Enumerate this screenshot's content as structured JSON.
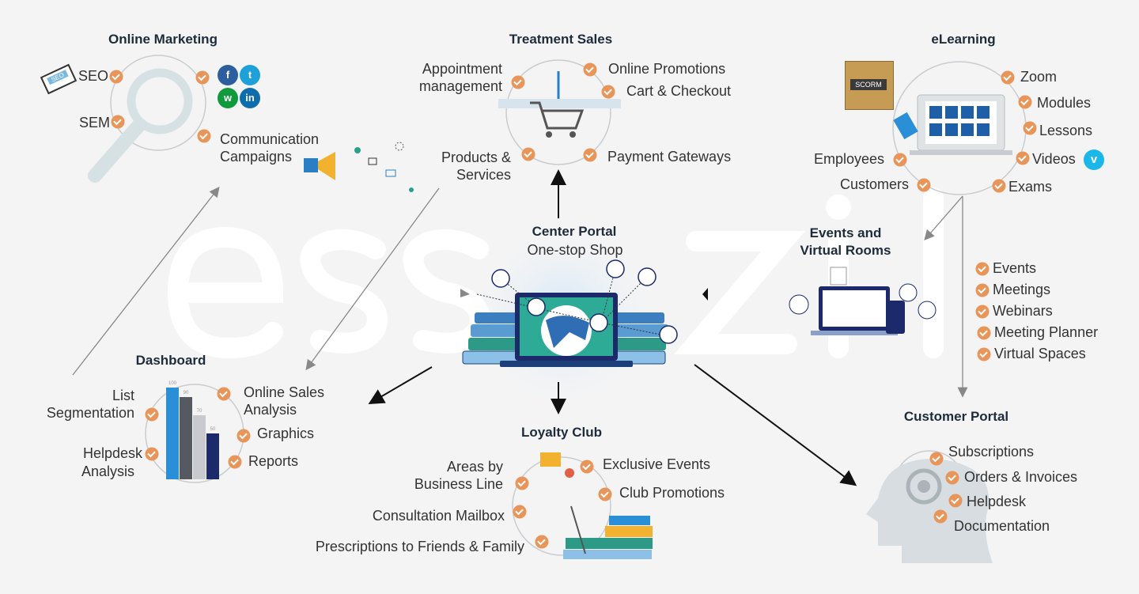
{
  "watermark": "essezial",
  "colors": {
    "check": "#e8955a",
    "title": "#1e2b3a",
    "text": "#333333",
    "accent_blue": "#2a8fd6",
    "navy": "#1c2a6b"
  },
  "online_marketing": {
    "title": "Online Marketing",
    "items": [
      "SEO",
      "SEM",
      "Communication",
      "Campaigns"
    ],
    "social_icons": [
      "facebook-icon",
      "twitter-icon",
      "whatsapp-icon",
      "linkedin-icon"
    ],
    "social_glyphs": [
      "f",
      "t",
      "w",
      "in"
    ],
    "seo_tag": "SEO"
  },
  "treatment_sales": {
    "title": "Treatment Sales",
    "items": [
      "Appointment",
      "management",
      "Online Promotions",
      "Cart & Checkout",
      "Products &",
      "Services",
      "Payment Gateways"
    ]
  },
  "elearning": {
    "title": "eLearning",
    "scorm": "SCORM",
    "items": [
      "Zoom",
      "Modules",
      "Lessons",
      "Videos",
      "Exams",
      "Employees",
      "Customers"
    ],
    "vimeo_glyph": "v"
  },
  "events": {
    "title_line1": "Events and",
    "title_line2": "Virtual Rooms",
    "items": [
      "Events",
      "Meetings",
      "Webinars",
      "Meeting Planner",
      "Virtual Spaces"
    ]
  },
  "center_portal": {
    "title": "Center Portal",
    "subtitle": "One-stop Shop"
  },
  "dashboard": {
    "title": "Dashboard",
    "items": [
      "List",
      "Segmentation",
      "Online Sales",
      "Analysis",
      "Graphics",
      "Helpdesk",
      "Analysis",
      "Reports"
    ],
    "bars": [
      {
        "label": "100",
        "value": 100,
        "color": "#2a8fd6"
      },
      {
        "label": "90",
        "value": 90,
        "color": "#555a60"
      },
      {
        "label": "70",
        "value": 70,
        "color": "#c8cacd"
      },
      {
        "label": "50",
        "value": 50,
        "color": "#1c2a6b"
      }
    ]
  },
  "loyalty_club": {
    "title": "Loyalty Club",
    "items": [
      "Areas by",
      "Business Line",
      "Exclusive Events",
      "Club Promotions",
      "Consultation Mailbox",
      "Prescriptions to Friends & Family"
    ]
  },
  "customer_portal": {
    "title": "Customer Portal",
    "items": [
      "Subscriptions",
      "Orders & Invoices",
      "Helpdesk",
      "Documentation"
    ]
  }
}
